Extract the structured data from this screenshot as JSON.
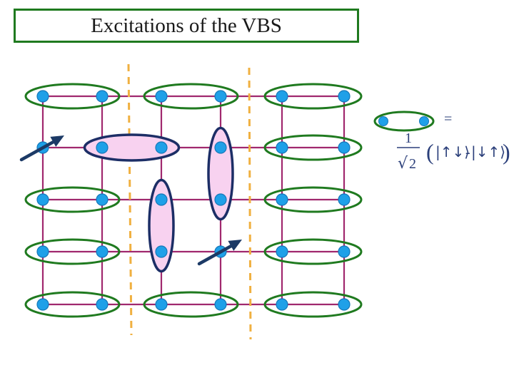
{
  "title": "Excitations of the VBS",
  "formula": {
    "equals": "=",
    "numerator": "1",
    "radical": "√",
    "radicand": "2",
    "paren_open": "(",
    "paren_close": ")",
    "ket1": "|↑↓⟩",
    "minus": "-",
    "ket2": "|↓↑⟩"
  },
  "colors": {
    "lattice_bond": "#a0286e",
    "singlet_ellipse": "#1f7a1f",
    "excited_ellipse_stroke": "#1c2e66",
    "excited_ellipse_fill": "#f8d2f0",
    "site": "#1fa0e8",
    "dashed_line": "#f0b040",
    "arrow": "#1c3a66",
    "formula_text": "#2b3f7a"
  },
  "lattice": {
    "columns": 6,
    "rows": 5,
    "singlets": [
      {
        "row": 0,
        "col_pair": [
          0,
          1
        ]
      },
      {
        "row": 0,
        "col_pair": [
          2,
          3
        ]
      },
      {
        "row": 0,
        "col_pair": [
          4,
          5
        ]
      },
      {
        "row": 1,
        "col_pair": [
          4,
          5
        ]
      },
      {
        "row": 2,
        "col_pair": [
          0,
          1
        ]
      },
      {
        "row": 2,
        "col_pair": [
          4,
          5
        ]
      },
      {
        "row": 3,
        "col_pair": [
          0,
          1
        ]
      },
      {
        "row": 3,
        "col_pair": [
          4,
          5
        ]
      },
      {
        "row": 4,
        "col_pair": [
          0,
          1
        ]
      },
      {
        "row": 4,
        "col_pair": [
          2,
          3
        ]
      },
      {
        "row": 4,
        "col_pair": [
          4,
          5
        ]
      }
    ],
    "excited_bonds": [
      {
        "orientation": "horizontal",
        "row": 1,
        "col_pair": [
          1,
          2
        ]
      },
      {
        "orientation": "vertical",
        "col": 2,
        "row_pair": [
          2,
          3
        ]
      },
      {
        "orientation": "vertical",
        "col": 3,
        "row_pair": [
          1,
          2
        ]
      }
    ],
    "spinons": [
      {
        "row": 1,
        "col": 0,
        "icon": "spin-up-arrow-icon"
      },
      {
        "row": 3,
        "col": 3,
        "icon": "spin-up-arrow-icon"
      }
    ]
  }
}
